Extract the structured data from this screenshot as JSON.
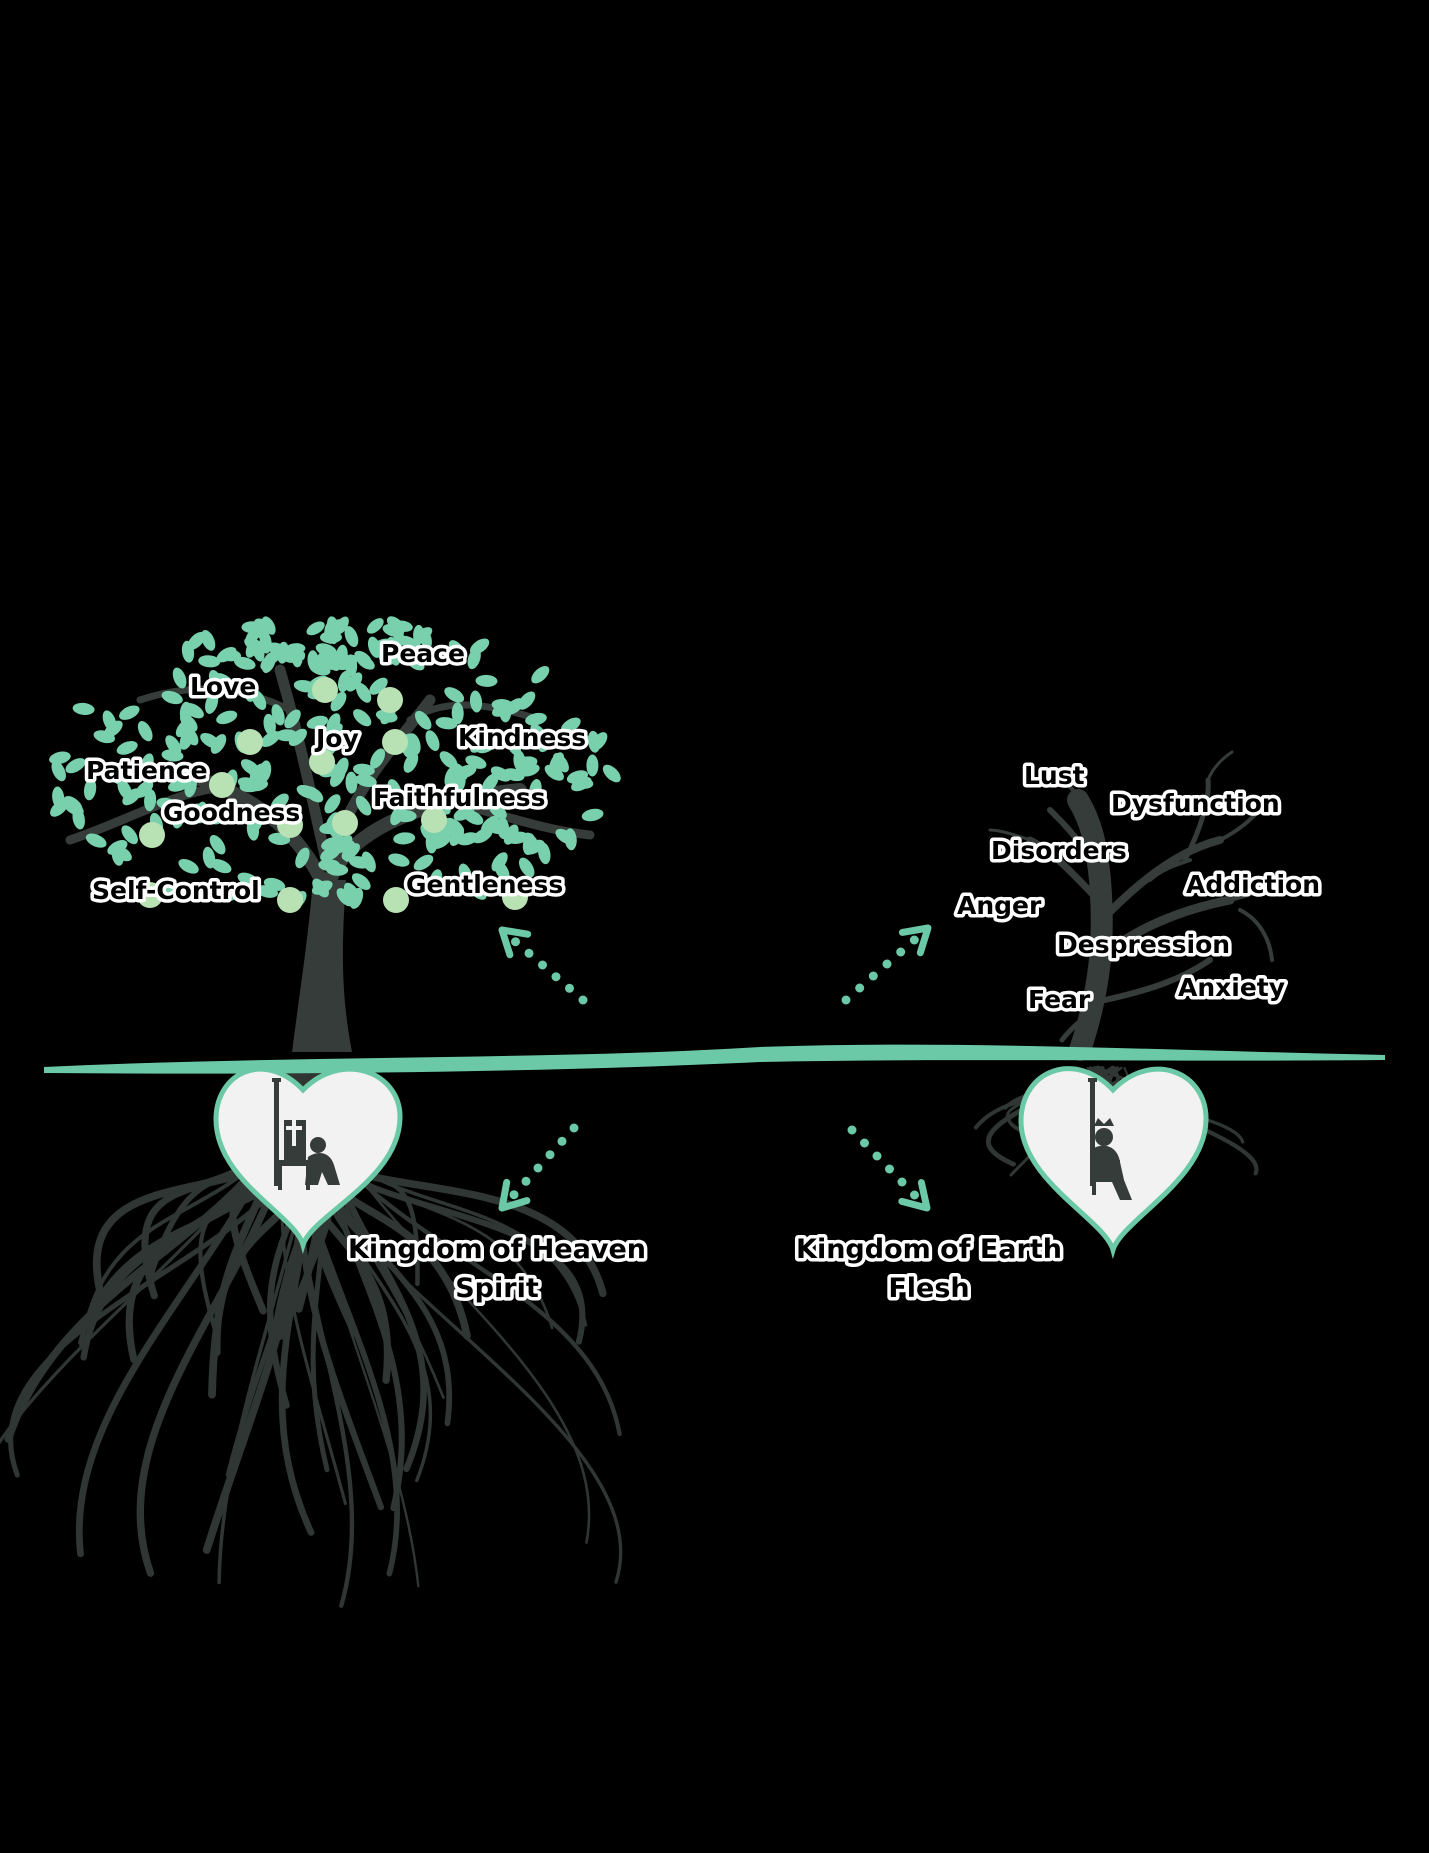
{
  "left_tree": {
    "fruits": [
      "Peace",
      "Love",
      "Joy",
      "Kindness",
      "Patience",
      "Faithfulness",
      "Goodness",
      "Gentleness",
      "Self-Control"
    ],
    "kingdom_line1": "Kingdom of Heaven",
    "kingdom_line2": "Spirit",
    "heart_icon": "throne-with-cross-and-kneeling-person-icon"
  },
  "right_tree": {
    "fruits": [
      "Lust",
      "Dysfunction",
      "Disorders",
      "Addiction",
      "Anger",
      "Despression",
      "Anxiety",
      "Fear"
    ],
    "kingdom_line1": "Kingdom of Earth",
    "kingdom_line2": "Flesh",
    "heart_icon": "throne-with-crowned-person-icon"
  },
  "colors": {
    "background": "#000000",
    "accent_green": "#6cc9a8",
    "leaf_green": "#78d0ad",
    "fruit_green": "#b9e2b4",
    "trunk": "#353c39"
  }
}
